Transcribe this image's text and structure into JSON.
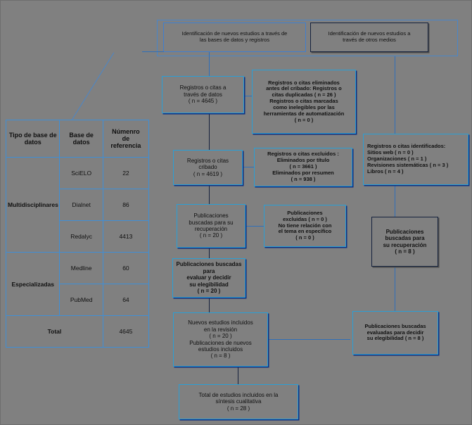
{
  "diagram": {
    "type": "prisma-flow-diagram",
    "language": "es",
    "background_color": "#808080",
    "accent_color": "#2a9fd6",
    "header": {
      "identification_databases": "Identificación de nuevos estudios a través de\nlas bases de datos y registros",
      "identification_other": "Identificación de nuevos estudios a\ntravés de otros medios"
    },
    "left_column": {
      "records_identified": "Registros o citas a\ntravés de datos\n( n = 4645 )",
      "records_removed": "Registros o citas eliminados\nantes del cribado: Registros o\ncitas duplicadas ( n = 26 )\nRegistros o citas marcadas\ncomo inelegibles por las\nherramientas de automatización\n( n = 0 )",
      "records_screened": "Registros o citas\ncribado\n( n = 4619 )",
      "records_excluded": "Registros o citas excluidos :\nEliminados por título\n( n = 3661 )\nEliminados por resumen\n( n = 938 )",
      "reports_sought": "Publicaciones\nbuscadas para su\nrecuperación\n( n = 20 )",
      "reports_not_retrieved": "Publicaciones\nexcluidas ( n = 0 )\nNo tiene relación con\nel tema en específico\n( n = 0 )",
      "reports_assessed": "Publicaciones buscadas para\nevaluar y decidir\nsu elegibilidad\n( n = 20 )",
      "new_studies_included": "Nuevos estudios incluidos\nen la revisión\n( n = 20 )\nPublicaciones de nuevos\nestudios incluidos\n( n = 8 )"
    },
    "right_column": {
      "records_identified_other": "Registros o citas identificados:\nSitios web ( n = 0 )\nOrganizaciones ( n = 1 )\n Revisiones sistemáticas ( n = 3 )\n Libros ( n = 4 )",
      "reports_sought_other": "Publicaciones\nbuscadas para\nsu recuperación\n( n = 8 )",
      "reports_assessed_other": "Publicaciones buscadas\nevaluadas para decidir\nsu elegibilidad    ( n = 8 )"
    },
    "total_box": "Total de estudios incluidos en la\nsíntesis cualitativa\n( n = 28 )",
    "table": {
      "headers": [
        "Tipo de base de\ndatos",
        "Base de\ndatos",
        "Númenro\nde\nreferencia"
      ],
      "groups": [
        {
          "type": "Multidisciplinares",
          "rows": [
            {
              "database": "SciELO",
              "references": "22"
            },
            {
              "database": "Dialnet",
              "references": "86"
            },
            {
              "database": "Redalyc",
              "references": "4413"
            }
          ]
        },
        {
          "type": "Especializadas",
          "rows": [
            {
              "database": "Medline",
              "references": "60"
            },
            {
              "database": "PubMed",
              "references": "64"
            }
          ]
        }
      ],
      "total_label": "Total",
      "total_value": "4645"
    }
  }
}
